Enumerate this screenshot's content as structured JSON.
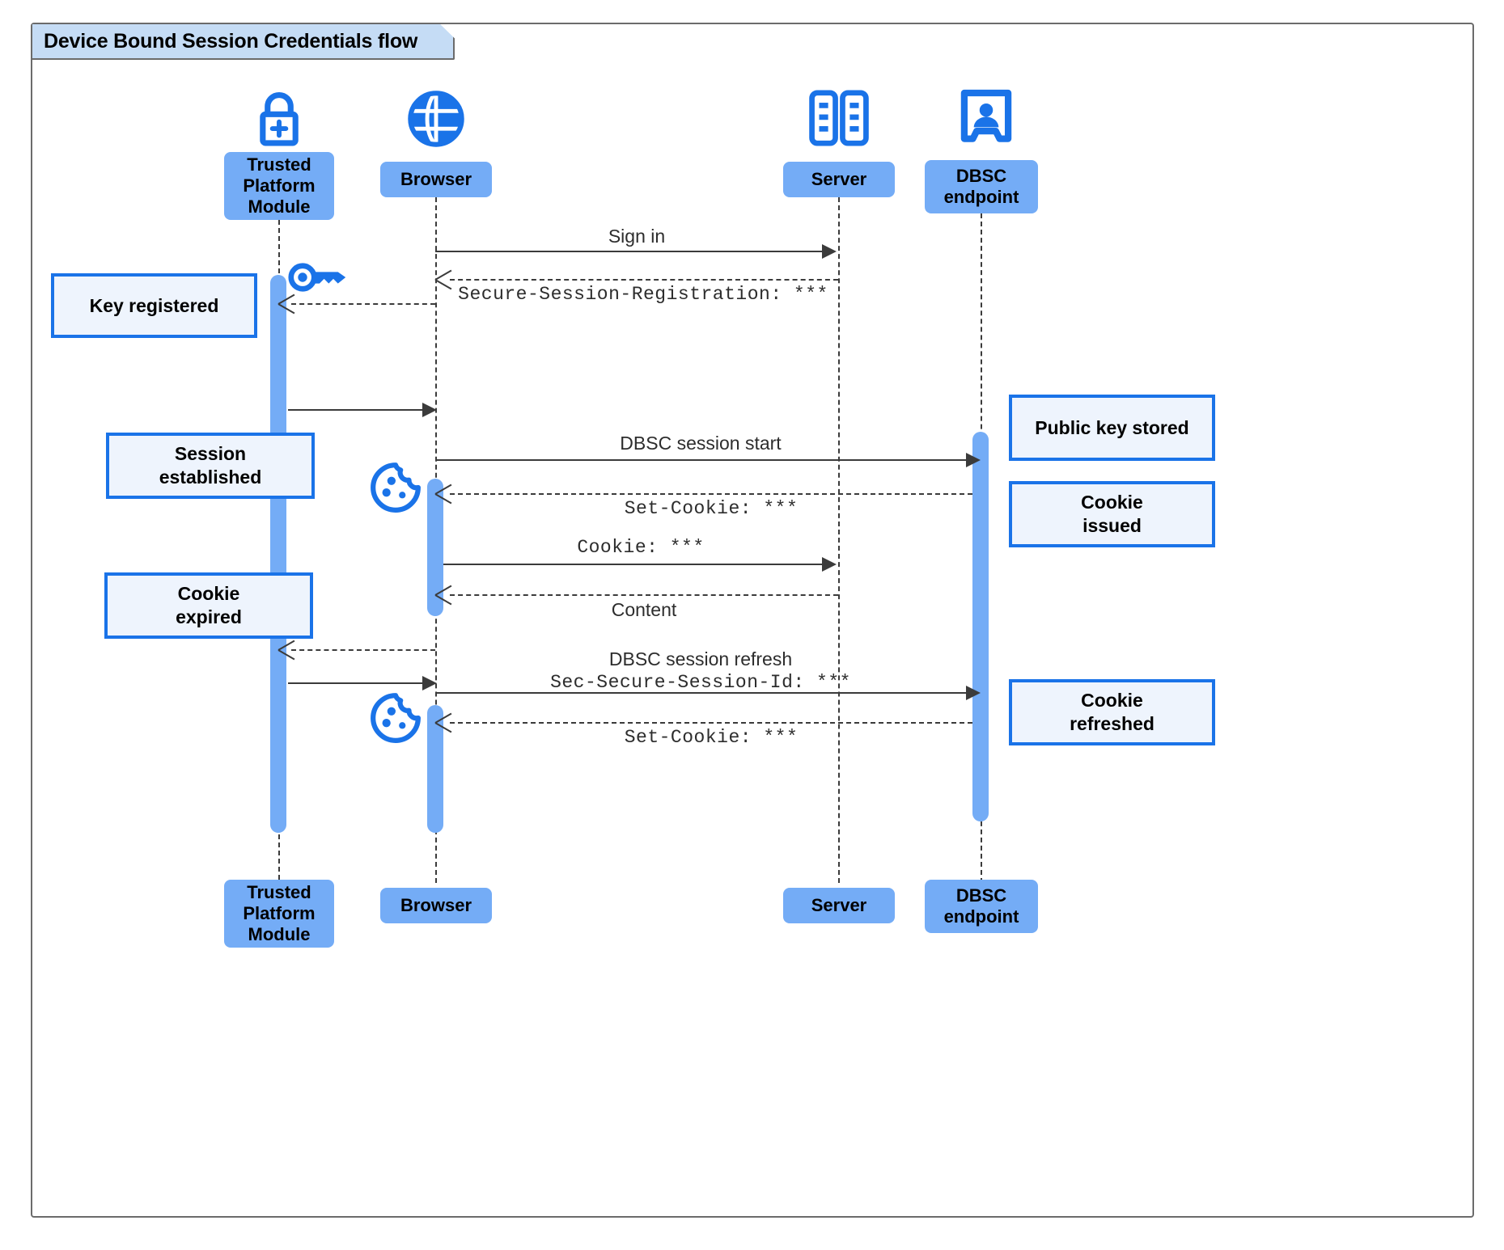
{
  "diagram": {
    "title": "Device Bound Session Credentials flow",
    "type": "uml-sequence-diagram",
    "colors": {
      "participant_fill": "#74acf6",
      "note_fill": "#eef4fd",
      "note_border": "#1a73e8",
      "icon_blue": "#1a73e8",
      "lifeline": "#3b3b3b",
      "title_fill": "#c5dcf5",
      "frame_border": "#6b6b6b"
    }
  },
  "participants": [
    {
      "id": "tpm",
      "label": "Trusted\nPlatform\nModule",
      "label_lines": [
        "Trusted",
        "Platform",
        "Module"
      ],
      "icon": "lock-plus-icon"
    },
    {
      "id": "browser",
      "label": "Browser",
      "label_lines": [
        "Browser"
      ],
      "icon": "globe-icon"
    },
    {
      "id": "server",
      "label": "Server",
      "label_lines": [
        "Server"
      ],
      "icon": "server-racks-icon"
    },
    {
      "id": "dbsc",
      "label": "DBSC\nendpoint",
      "label_lines": [
        "DBSC",
        "endpoint"
      ],
      "icon": "id-badge-icon"
    }
  ],
  "messages": [
    {
      "id": "m1",
      "from": "browser",
      "to": "server",
      "label": "Sign in",
      "style": "solid",
      "font": "sans"
    },
    {
      "id": "m2",
      "from": "server",
      "to": "browser",
      "label": "Secure-Session-Registration: ***",
      "style": "dashed",
      "font": "mono"
    },
    {
      "id": "m3",
      "from": "browser",
      "to": "tpm",
      "label": "",
      "style": "dashed",
      "font": "mono"
    },
    {
      "id": "m4",
      "from": "tpm",
      "to": "browser",
      "label": "",
      "style": "solid",
      "font": "sans"
    },
    {
      "id": "m5",
      "from": "browser",
      "to": "dbsc",
      "label": "DBSC session start",
      "style": "solid",
      "font": "sans"
    },
    {
      "id": "m6",
      "from": "dbsc",
      "to": "browser",
      "label": "Set-Cookie: ***",
      "style": "dashed",
      "font": "mono"
    },
    {
      "id": "m7",
      "from": "browser",
      "to": "server",
      "label": "Cookie: ***",
      "style": "solid",
      "font": "mono"
    },
    {
      "id": "m8",
      "from": "server",
      "to": "browser",
      "label": "Content",
      "style": "dashed",
      "font": "sans"
    },
    {
      "id": "m9",
      "from": "browser",
      "to": "tpm",
      "label": "",
      "style": "dashed",
      "font": "sans"
    },
    {
      "id": "m10",
      "from": "tpm",
      "to": "browser",
      "label": "",
      "style": "solid",
      "font": "sans"
    },
    {
      "id": "m11",
      "from": "browser",
      "to": "dbsc",
      "label_line1": "DBSC session refresh",
      "label_line2": "Sec-Secure-Session-Id: ***",
      "style": "solid",
      "font": "mixed"
    },
    {
      "id": "m12",
      "from": "dbsc",
      "to": "browser",
      "label": "Set-Cookie: ***",
      "style": "dashed",
      "font": "mono"
    }
  ],
  "notes": [
    {
      "id": "n1",
      "text": "Key registered",
      "lines": [
        "Key registered"
      ],
      "side": "left"
    },
    {
      "id": "n2",
      "text": "Session established",
      "lines": [
        "Session",
        "established"
      ],
      "side": "left"
    },
    {
      "id": "n3",
      "text": "Cookie expired",
      "lines": [
        "Cookie",
        "expired"
      ],
      "side": "left"
    },
    {
      "id": "n4",
      "text": "Public key stored",
      "lines": [
        "Public key stored"
      ],
      "side": "right"
    },
    {
      "id": "n5",
      "text": "Cookie issued",
      "lines": [
        "Cookie",
        "issued"
      ],
      "side": "right"
    },
    {
      "id": "n6",
      "text": "Cookie refreshed",
      "lines": [
        "Cookie",
        "refreshed"
      ],
      "side": "right"
    }
  ],
  "inline_icons": [
    {
      "id": "key1",
      "name": "key-icon",
      "near": "tpm"
    },
    {
      "id": "cookie1",
      "name": "cookie-icon",
      "near": "browser"
    },
    {
      "id": "cookie2",
      "name": "cookie-icon",
      "near": "browser"
    }
  ]
}
